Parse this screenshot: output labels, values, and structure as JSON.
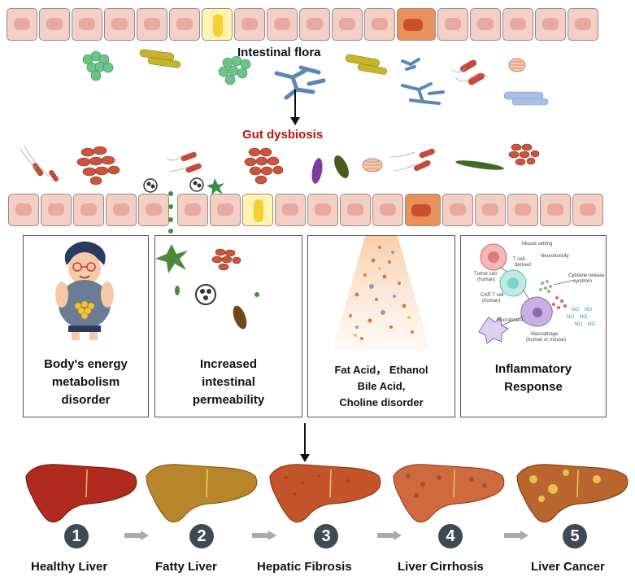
{
  "flora_title": "Intestinal flora",
  "dysbiosis_title": "Gut dysbiosis",
  "boxes": [
    {
      "label_lines": [
        "Body's energy",
        "metabolism",
        "disorder"
      ]
    },
    {
      "label_lines": [
        "Increased",
        "intestinal",
        "permeability"
      ]
    },
    {
      "label_lines": [
        "Fat Acid， Ethanol",
        "Bile Acid,",
        "Choline disorder"
      ]
    },
    {
      "label_lines": [
        "Inflammatory",
        "Response"
      ]
    }
  ],
  "inflammation_annotations": {
    "mouse_setting": "Mouse setting",
    "tumor_cell": "Tumor cell",
    "tumor_cell_sub": "(human)",
    "t_cell": "T cell-",
    "t_cell_sub": "derived",
    "neurotoxicity": "Neurotoxicity",
    "cytokine": "Cytokine release",
    "cytokine_sub": "syndrom",
    "car_t": "CAR T cell",
    "car_t_sub": "(human)",
    "recruitment": "Recruitment",
    "macrophage": "Macrophage",
    "macrophage_sub": "(human or mouse)",
    "no": "NO"
  },
  "stages": [
    {
      "number": "1",
      "label": "Healthy Liver",
      "color": "#b02a1e"
    },
    {
      "number": "2",
      "label": "Fatty Liver",
      "color": "#b8862a"
    },
    {
      "number": "3",
      "label": "Hepatic Fibrosis",
      "color": "#c4552a"
    },
    {
      "number": "4",
      "label": "Liver Cirrhosis",
      "color": "#cf6a3e"
    },
    {
      "number": "5",
      "label": "Liver Cancer",
      "color": "#b8652e"
    }
  ]
}
